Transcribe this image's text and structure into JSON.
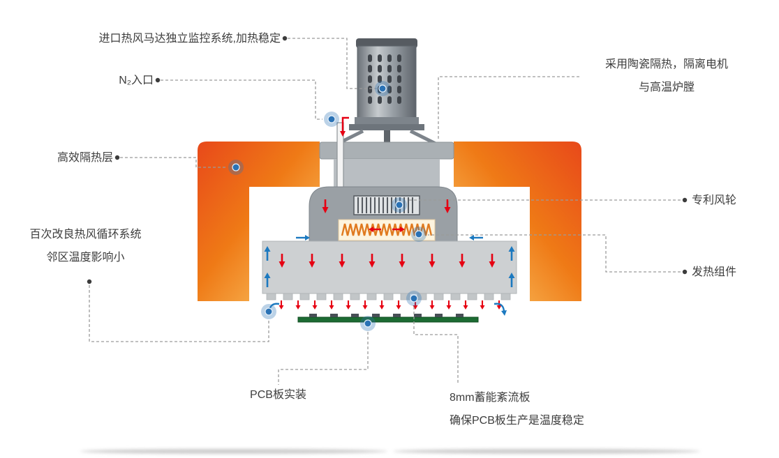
{
  "diagram": {
    "labels": {
      "motor": "进口热风马达独立监控系统,加热稳定",
      "n2_inlet": "N₂入口",
      "insulation": "高效隔热层",
      "circulation_line1": "百次改良热风循环系统",
      "circulation_line2": "邻区温度影响小",
      "ceramic_line1": "采用陶瓷隔热，隔离电机",
      "ceramic_line2": "与高温炉膛",
      "fan": "专利风轮",
      "heater": "发热组件",
      "pcb": "PCB板实装",
      "turbulence_line1": "8mm蓄能紊流板",
      "turbulence_line2": "确保PCB板生产是温度稳定"
    },
    "colors": {
      "insulation_outer": "#E8491A",
      "insulation_inner": "#FBD070",
      "hot_air_arrow": "#E60012",
      "cool_air_arrow": "#1B79C0",
      "marker_blue": "#2A72B5",
      "pcb_green": "#1C6B33",
      "leader_line": "#9B9B9B",
      "text": "#3D3D3D"
    }
  }
}
